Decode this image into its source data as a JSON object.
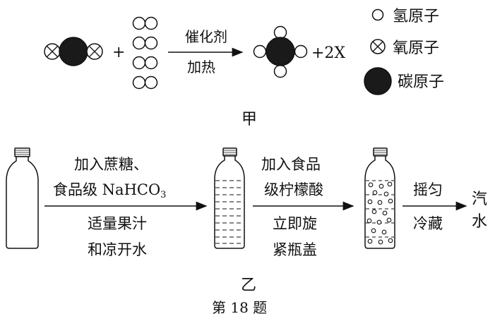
{
  "jia": {
    "catalyst": "催化剂",
    "heat": "加热",
    "plus": "+",
    "product_extra": "+2X",
    "caption": "甲",
    "legend": [
      {
        "symbol": "hydrogen",
        "label": "氢原子"
      },
      {
        "symbol": "oxygen",
        "label": "氧原子"
      },
      {
        "symbol": "carbon",
        "label": "碳原子"
      }
    ]
  },
  "yi": {
    "step1_above": [
      "加入蔗糖、",
      "食品级 NaHCO",
      "3"
    ],
    "step1_below": [
      "适量果汁",
      "和凉开水"
    ],
    "step2_above": [
      "加入食品",
      "级柠檬酸"
    ],
    "step2_below": [
      "立即旋",
      "紧瓶盖"
    ],
    "step3_above": "摇匀",
    "step3_below": "冷藏",
    "result": [
      "汽",
      "水"
    ],
    "caption": "乙"
  },
  "figure_label": "第 18 题",
  "colors": {
    "ink": "#111111",
    "paper": "#ffffff",
    "carbon_fill": "#1a1a1a"
  }
}
